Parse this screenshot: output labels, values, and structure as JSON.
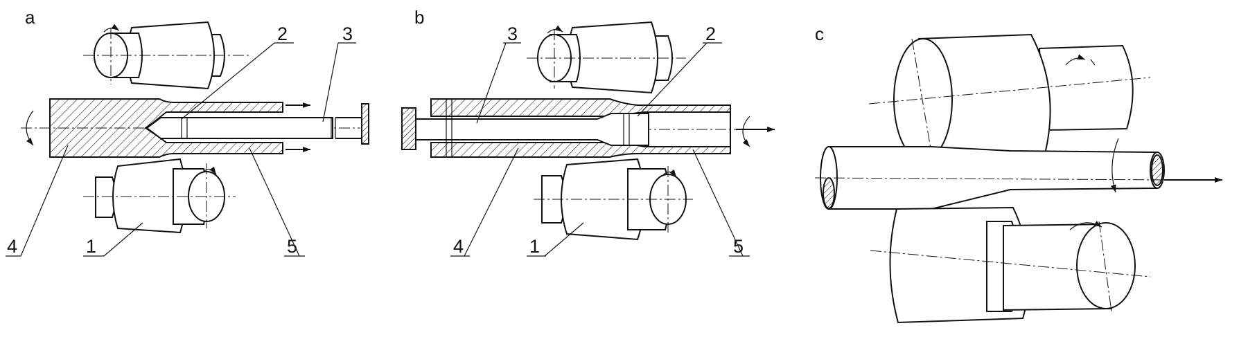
{
  "panels": {
    "a": {
      "label": "a",
      "numbers": [
        "1",
        "2",
        "3",
        "4",
        "5"
      ]
    },
    "b": {
      "label": "b",
      "numbers": [
        "1",
        "2",
        "3",
        "4",
        "5"
      ]
    },
    "c": {
      "label": "c"
    }
  },
  "colors": {
    "ink": "#111111",
    "paper": "#ffffff"
  }
}
